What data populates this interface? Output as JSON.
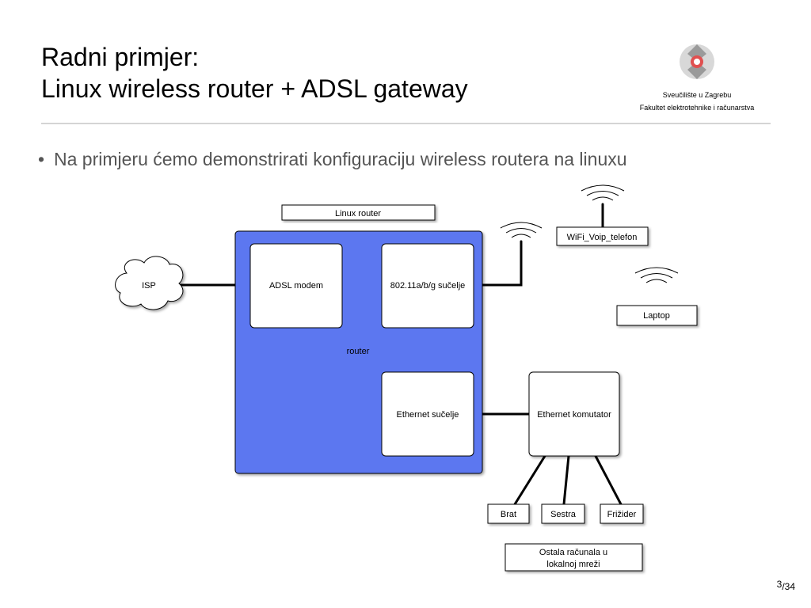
{
  "slide": {
    "title_line1": "Radni primjer:",
    "title_line2": "Linux wireless router + ADSL gateway",
    "university_line1": "Sveučilište u Zagrebu",
    "university_line2": "Fakultet elektrotehnike i računarstva",
    "bullet_text": "Na primjeru ćemo demonstrirati konfiguraciju wireless routera na linuxu",
    "page_current": "3",
    "page_total": "/34"
  },
  "diagram": {
    "linux_router_label": "Linux router",
    "router_label": "router",
    "isp_label": "ISP",
    "adsl_modem_label": "ADSL modem",
    "wireless_if_label": "802.11a/b/g sučelje",
    "ethernet_if_label": "Ethernet sučelje",
    "switch_label": "Ethernet komutator",
    "wifi_phone_label": "WiFi_Voip_telefon",
    "laptop_label": "Laptop",
    "client1_label": "Brat",
    "client2_label": "Sestra",
    "client3_label": "Frižider",
    "other_line1": "Ostala računala u",
    "other_line2": "lokalnoj mreži"
  },
  "colors": {
    "router_fill": "#5b77f0",
    "divider": "#d4d4d4",
    "bullet_text": "#555555"
  }
}
